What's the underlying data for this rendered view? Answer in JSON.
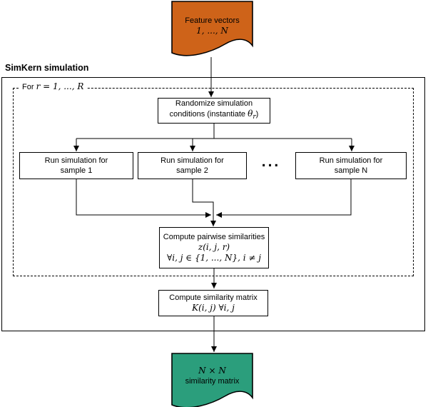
{
  "diagram": {
    "title": "SimKern simulation",
    "loop_label": {
      "prefix": "For ",
      "math": "r = 1, ..., R"
    },
    "colors": {
      "input_fill": "#CE6319",
      "output_fill": "#2B9E7C",
      "line": "#000000"
    },
    "nodes": {
      "feature_vectors": {
        "line1": "Feature vectors",
        "line2": "1, ..., N"
      },
      "randomize": {
        "line1": "Randomize simulation",
        "line2_prefix": "conditions (instantiate ",
        "theta": "θ",
        "theta_sub": "r",
        "line2_suffix": ")"
      },
      "run_sample_1": {
        "line1": "Run simulation for",
        "line2": "sample 1"
      },
      "run_sample_2": {
        "line1": "Run simulation for",
        "line2": "sample 2"
      },
      "run_sample_n": {
        "line1": "Run simulation for",
        "line2": "sample N"
      },
      "ellipsis": "...",
      "pairwise": {
        "line1": "Compute pairwise similarities",
        "line2": "z(i, j, r)",
        "line3": "∀i, j ∈ {1, ..., N}, i ≠ j"
      },
      "similarity_matrix": {
        "line1": "Compute similarity matrix",
        "line2": "K(i, j) ∀i, j"
      },
      "output": {
        "line1": "N × N",
        "line2": "similarity matrix"
      }
    }
  }
}
